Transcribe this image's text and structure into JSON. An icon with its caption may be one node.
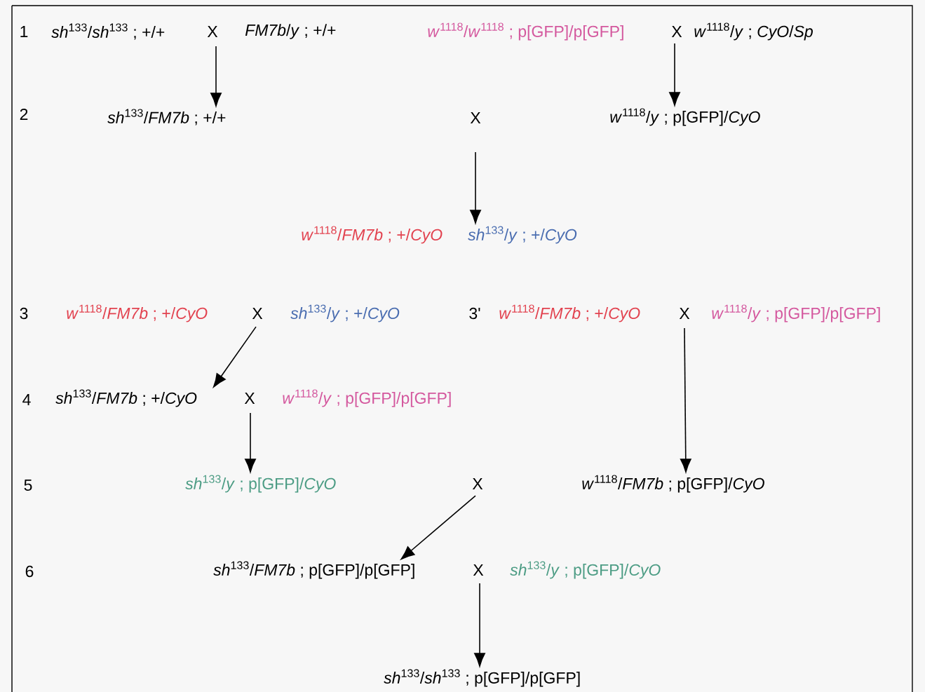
{
  "diagram": {
    "nodes": [
      {
        "text": [
          "*sh*$^{133}$/*sh*$^{133}$ ; +/+"
        ]
      },
      {
        "text": [
          "X"
        ]
      },
      {
        "text": [
          "*FM7b*/*y* ; +/+"
        ]
      },
      {
        "text": [
          "*w*$^{1118}$/*w*$^{1118}$ ; p[GFP]/p[GFP]"
        ]
      },
      {
        "text": [
          "X"
        ]
      },
      {
        "text": [
          "*w*$^{1118}$/*y* ; *CyO*/*Sp*"
        ]
      },
      {
        "text": [
          "*sh*$^{133}$/*FM7b* ; +/+"
        ]
      },
      {
        "text": [
          "X"
        ]
      },
      {
        "text": [
          "*w*$^{1118}$/*y* ; p[GFP]/*CyO*"
        ]
      },
      {
        "text": [
          "*w*$^{1118}$/*FM7b* ; +/*CyO*",
          "*sh*$^{133}$/*y* ; +/*CyO*"
        ]
      },
      {
        "text": [
          "*w*$^{1118}$/*FM7b* ; +/*CyO*"
        ]
      },
      {
        "text": [
          "X"
        ]
      },
      {
        "text": [
          "*sh*$^{133}$/*y* ; +/*CyO*"
        ]
      },
      {
        "text": [
          "*w*$^{1118}$/*FM7b* ; +/*CyO*"
        ]
      },
      {
        "text": [
          "X"
        ]
      },
      {
        "text": [
          "*w*$^{1118}$/*y* ; p[GFP]/p[GFP]"
        ]
      },
      {
        "text": [
          "*sh*$^{133}$/*FM7b* ; +/*CyO*"
        ]
      },
      {
        "text": [
          "X"
        ]
      },
      {
        "text": [
          "*w*$^{1118}$/*y* ; p[GFP]/p[GFP]"
        ]
      },
      {
        "text": [
          "*sh*$^{133}$/*y* ; p[GFP]/*CyO*"
        ]
      },
      {
        "text": [
          "X"
        ]
      },
      {
        "text": [
          "*w*$^{1118}$/*FM7b* ; p[GFP]/*CyO*"
        ]
      },
      {
        "text": [
          "*sh*$^{133}$/*FM7b* ; p[GFP]/p[GFP]"
        ]
      },
      {
        "text": [
          "X"
        ]
      },
      {
        "text": [
          "*sh*$^{133}$/*y* ; p[GFP]/*CyO*"
        ]
      },
      {
        "text": [
          "*sh*$^{133}$/*sh*$^{133}$ ; p[GFP]/p[GFP]"
        ]
      }
    ],
    "edges": [
      {
        "from": 1,
        "to": 6,
        "arrow": "to"
      },
      {
        "from": 4,
        "to": 8,
        "arrow": "to"
      },
      {
        "from": 7,
        "to": 9,
        "arrow": "to"
      },
      {
        "from": 11,
        "to": 16,
        "arrow": "to"
      },
      {
        "from": 14,
        "to": 21,
        "arrow": "to"
      },
      {
        "from": 17,
        "to": 19,
        "arrow": "to"
      },
      {
        "from": 20,
        "to": 22,
        "arrow": "to"
      },
      {
        "from": 23,
        "to": 25,
        "arrow": "to"
      }
    ],
    "labels": [
      "1",
      "2",
      "3",
      "3'",
      "4",
      "5",
      "6"
    ]
  }
}
